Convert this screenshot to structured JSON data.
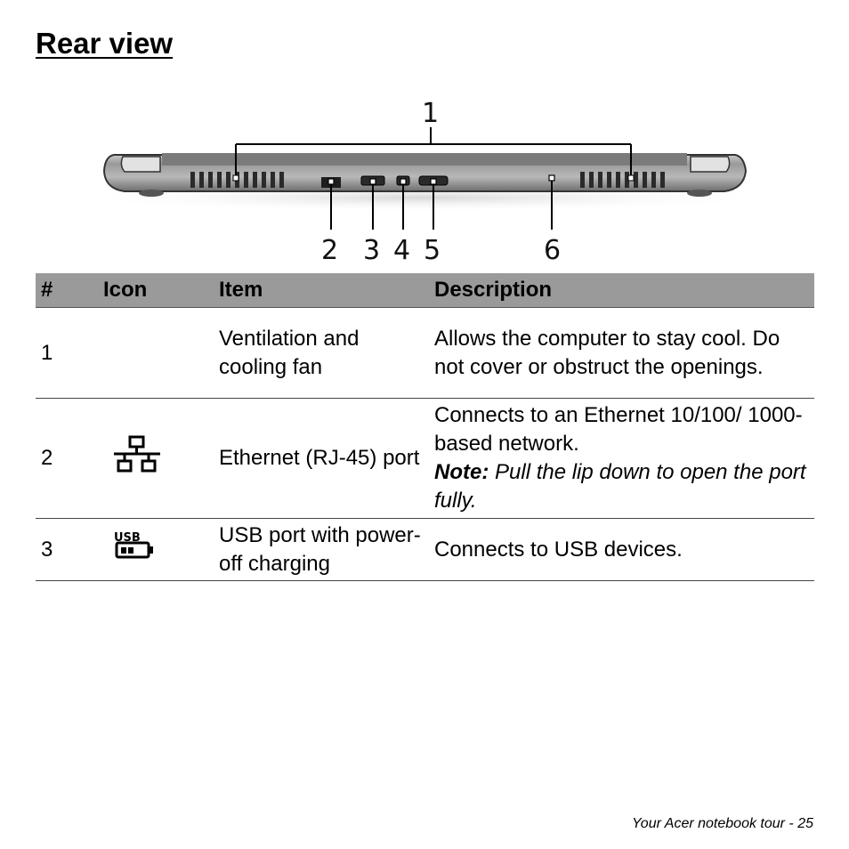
{
  "page": {
    "title": "Rear view"
  },
  "figure": {
    "callouts": [
      "1",
      "2",
      "3",
      "4",
      "5",
      "6"
    ]
  },
  "table": {
    "headers": [
      "#",
      "Icon",
      "Item",
      "Description"
    ],
    "rows": [
      {
        "num": "1",
        "icon": "",
        "item": "Ventilation and cooling fan",
        "description": "Allows the computer to stay cool. Do not cover or obstruct the openings."
      },
      {
        "num": "2",
        "icon": "ethernet-network-icon",
        "item": "Ethernet (RJ-45) port",
        "description": "Connects to an Ethernet 10/100/ 1000-based network.",
        "note_label": "Note:",
        "note_text": "Pull the lip down to open the port fully."
      },
      {
        "num": "3",
        "icon": "usb-power-off-charging-icon",
        "icon_label": "USB",
        "item": "USB port with power-off charging",
        "description": "Connects to USB devices."
      }
    ]
  },
  "footer": {
    "text": "Your Acer notebook tour -  25"
  }
}
